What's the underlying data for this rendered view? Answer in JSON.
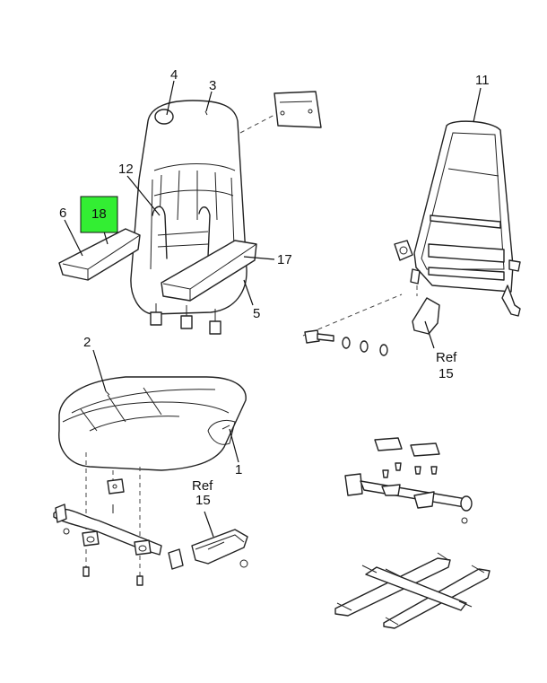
{
  "callouts": {
    "c1": "1",
    "c2": "2",
    "c3": "3",
    "c4": "4",
    "c5": "5",
    "c6": "6",
    "c11": "11",
    "c12": "12",
    "c17": "17",
    "c18": "18",
    "ref_upper": "Ref",
    "ref_upper_num": "15",
    "ref_lower": "Ref",
    "ref_lower_num": "15"
  },
  "highlight_color": "#33ee33"
}
